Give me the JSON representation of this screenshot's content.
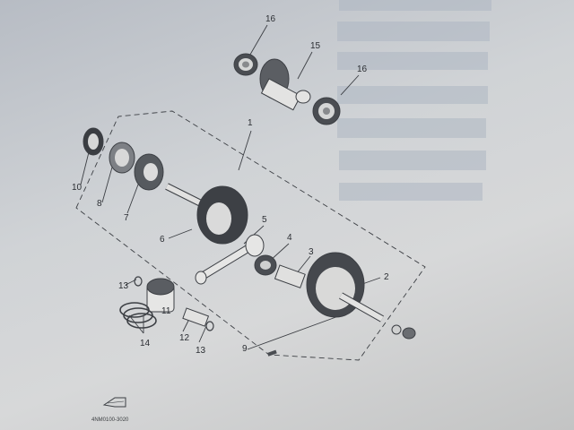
{
  "page": {
    "background_color": "#c9ccd0",
    "ink_color": "#2b2e33",
    "faded_table_color": "#aeb7c3"
  },
  "callouts": [
    "1",
    "2",
    "3",
    "4",
    "5",
    "6",
    "7",
    "8",
    "9",
    "10",
    "11",
    "12",
    "13",
    "13",
    "14",
    "15",
    "16",
    "16"
  ],
  "figure_number": "4NM0100-3020",
  "parts": [
    {
      "key": "bearing-top-left",
      "ref": "16"
    },
    {
      "key": "drive-gear",
      "ref": "15"
    },
    {
      "key": "bearing-top-right",
      "ref": "16"
    },
    {
      "key": "crankshaft-assembly",
      "ref": "1"
    },
    {
      "key": "crankshaft-right",
      "ref": "2"
    },
    {
      "key": "crank-pin",
      "ref": "3"
    },
    {
      "key": "needle-bearing",
      "ref": "4"
    },
    {
      "key": "connecting-rod",
      "ref": "5"
    },
    {
      "key": "crankshaft-left",
      "ref": "6"
    },
    {
      "key": "primary-gear",
      "ref": "7"
    },
    {
      "key": "bearing-left",
      "ref": "8"
    },
    {
      "key": "woodruff-key",
      "ref": "9"
    },
    {
      "key": "oil-seal",
      "ref": "10"
    },
    {
      "key": "piston",
      "ref": "11"
    },
    {
      "key": "piston-pin",
      "ref": "12"
    },
    {
      "key": "circlip",
      "ref": "13"
    },
    {
      "key": "piston-ring-set",
      "ref": "14"
    }
  ]
}
